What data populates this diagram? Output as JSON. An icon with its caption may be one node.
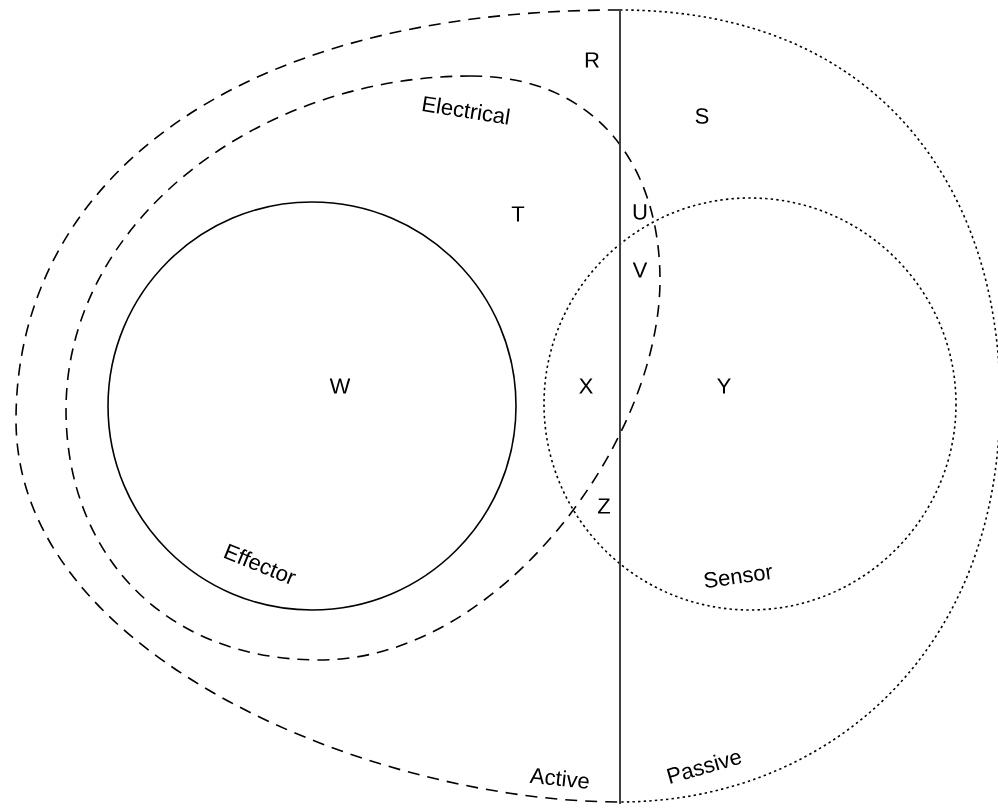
{
  "diagram": {
    "nodes": [
      {
        "text": [
          "Active"
        ]
      },
      {
        "text": [
          "Passive"
        ]
      },
      {
        "text": [
          "Electrical"
        ]
      },
      {
        "text": [
          "Effector"
        ],
        "in": 2
      },
      {
        "text": [
          "Sensor"
        ]
      }
    ],
    "labels": [
      "R",
      "S",
      "T",
      "U",
      "V",
      "W",
      "X",
      "Y",
      "Z"
    ]
  }
}
